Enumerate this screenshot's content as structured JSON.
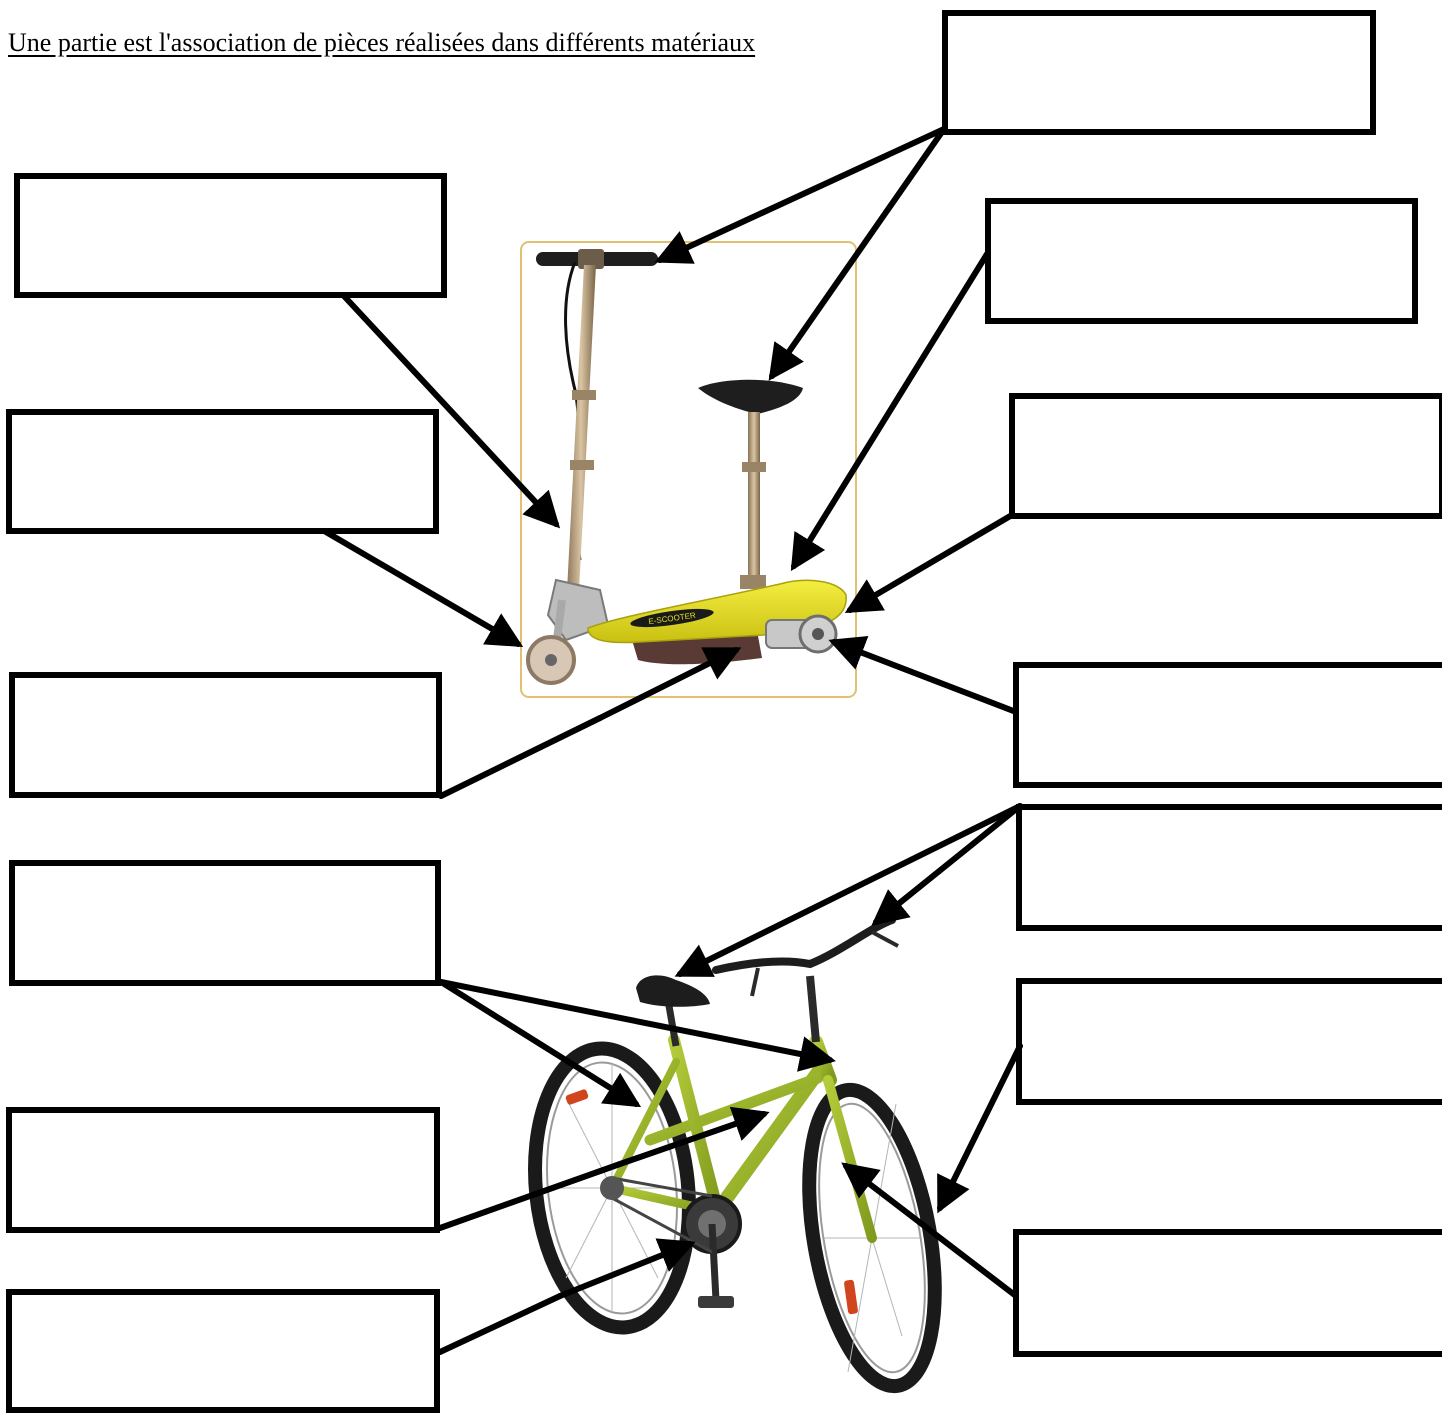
{
  "worksheet": {
    "instruction": "Une partie est l'association de pièces réalisées dans différents matériaux"
  },
  "scooter": {
    "brand_label": "E-SCOOTER",
    "colors": {
      "deck": "#e8e21a",
      "frame": "#b89b78",
      "frame_border": "#e0c170"
    }
  },
  "bicycle": {
    "colors": {
      "frame": "#9ab52a",
      "tire": "#1a1a1a",
      "reflector": "#d0451e"
    }
  },
  "answer_boxes": [
    {
      "id": "box-1",
      "text": ""
    },
    {
      "id": "box-2",
      "text": ""
    },
    {
      "id": "box-3",
      "text": ""
    },
    {
      "id": "box-4",
      "text": ""
    },
    {
      "id": "box-5",
      "text": ""
    },
    {
      "id": "box-6",
      "text": ""
    },
    {
      "id": "box-7",
      "text": ""
    },
    {
      "id": "box-8",
      "text": ""
    },
    {
      "id": "box-9",
      "text": ""
    },
    {
      "id": "box-10",
      "text": ""
    },
    {
      "id": "box-11",
      "text": ""
    },
    {
      "id": "box-12",
      "text": ""
    },
    {
      "id": "box-13",
      "text": ""
    },
    {
      "id": "box-14",
      "text": ""
    }
  ]
}
